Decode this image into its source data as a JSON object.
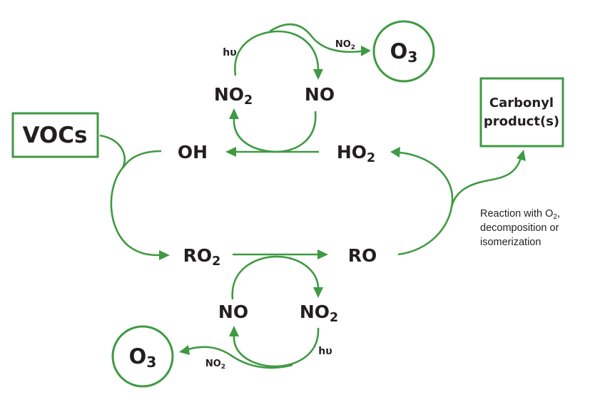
{
  "species": {
    "vocs": "VOCs",
    "oh": "OH",
    "ho2": {
      "main": "HO",
      "sub": "2"
    },
    "ro2": {
      "main": "RO",
      "sub": "2"
    },
    "ro": "RO",
    "top_no2": {
      "main": "NO",
      "sub": "2"
    },
    "top_no": "NO",
    "bottom_no": "NO",
    "bottom_no2": {
      "main": "NO",
      "sub": "2"
    },
    "o3_top": {
      "main": "O",
      "sub": "3"
    },
    "o3_bottom": {
      "main": "O",
      "sub": "3"
    },
    "carbonyl_line1": "Carbonyl",
    "carbonyl_line2": "product(s)"
  },
  "labels": {
    "hv_top": "hυ",
    "hv_bottom": "hυ",
    "no2_top_arrow": {
      "main": "NO",
      "sub": "2"
    },
    "no2_bottom_arrow": {
      "main": "NO",
      "sub": "2"
    },
    "reaction_line1": {
      "main": "Reaction with O",
      "sub": "2",
      "tail": ","
    },
    "reaction_line2": "decomposition or",
    "reaction_line3": "isomerization"
  },
  "colors": {
    "arrow": "#3f9a43",
    "text": "#231f20",
    "background": "#ffffff"
  }
}
